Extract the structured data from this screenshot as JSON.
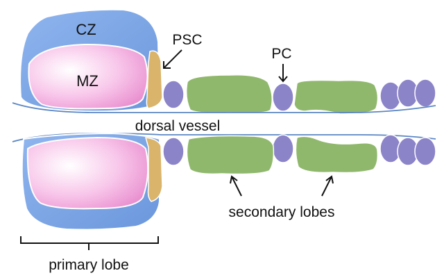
{
  "labels": {
    "cz": "CZ",
    "mz": "MZ",
    "psc": "PSC",
    "pc": "PC",
    "dorsal_vessel": "dorsal vessel",
    "secondary_lobes": "secondary lobes",
    "primary_lobe": "primary lobe"
  },
  "colors": {
    "cortical_zone": "#7fa7e6",
    "medullary_zone": "#f5a6dc",
    "psc": "#d9b46a",
    "secondary_lobe": "#8fb86c",
    "pericardial_cell": "#8c84c8",
    "vessel_line": "#5b86c4"
  }
}
